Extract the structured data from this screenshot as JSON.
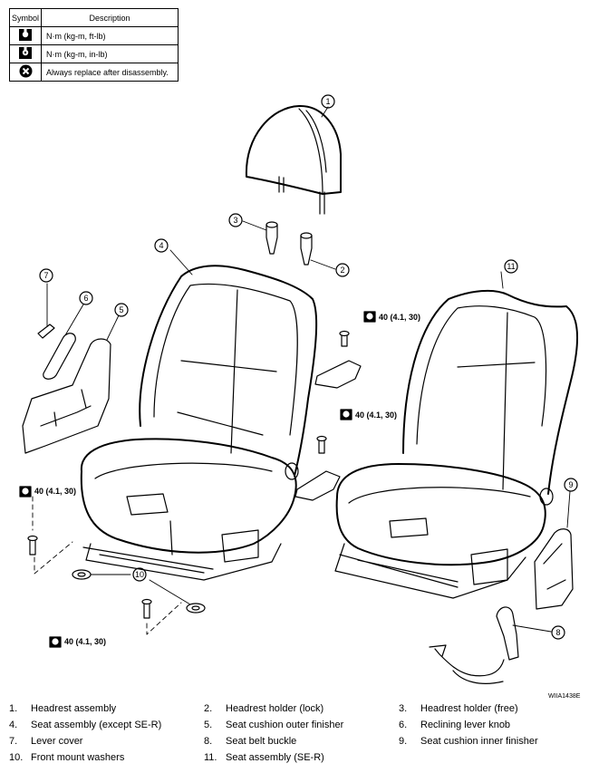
{
  "legend": {
    "header_symbol": "Symbol",
    "header_description": "Description",
    "rows": [
      {
        "icon": "torque-nm-kgm-ftlb-icon",
        "description": "N·m (kg-m, ft-lb)"
      },
      {
        "icon": "torque-nm-kgm-inlb-icon",
        "description": "N·m (kg-m, in-lb)"
      },
      {
        "icon": "replace-after-disassembly-icon",
        "description": "Always replace after disassembly."
      }
    ]
  },
  "callouts": [
    "1",
    "2",
    "3",
    "4",
    "5",
    "6",
    "7",
    "8",
    "9",
    "10",
    "11"
  ],
  "torque_label": "40 (4.1, 30)",
  "figure_code": "WIIA1438E",
  "parts": [
    {
      "num": "1.",
      "name": "Headrest assembly"
    },
    {
      "num": "2.",
      "name": "Headrest holder (lock)"
    },
    {
      "num": "3.",
      "name": "Headrest holder (free)"
    },
    {
      "num": "4.",
      "name": "Seat assembly (except SE-R)"
    },
    {
      "num": "5.",
      "name": "Seat cushion outer finisher"
    },
    {
      "num": "6.",
      "name": "Reclining lever knob"
    },
    {
      "num": "7.",
      "name": "Lever cover"
    },
    {
      "num": "8.",
      "name": "Seat belt buckle"
    },
    {
      "num": "9.",
      "name": "Seat cushion inner finisher"
    },
    {
      "num": "10.",
      "name": "Front mount washers"
    },
    {
      "num": "11.",
      "name": "Seat assembly (SE-R)"
    }
  ]
}
